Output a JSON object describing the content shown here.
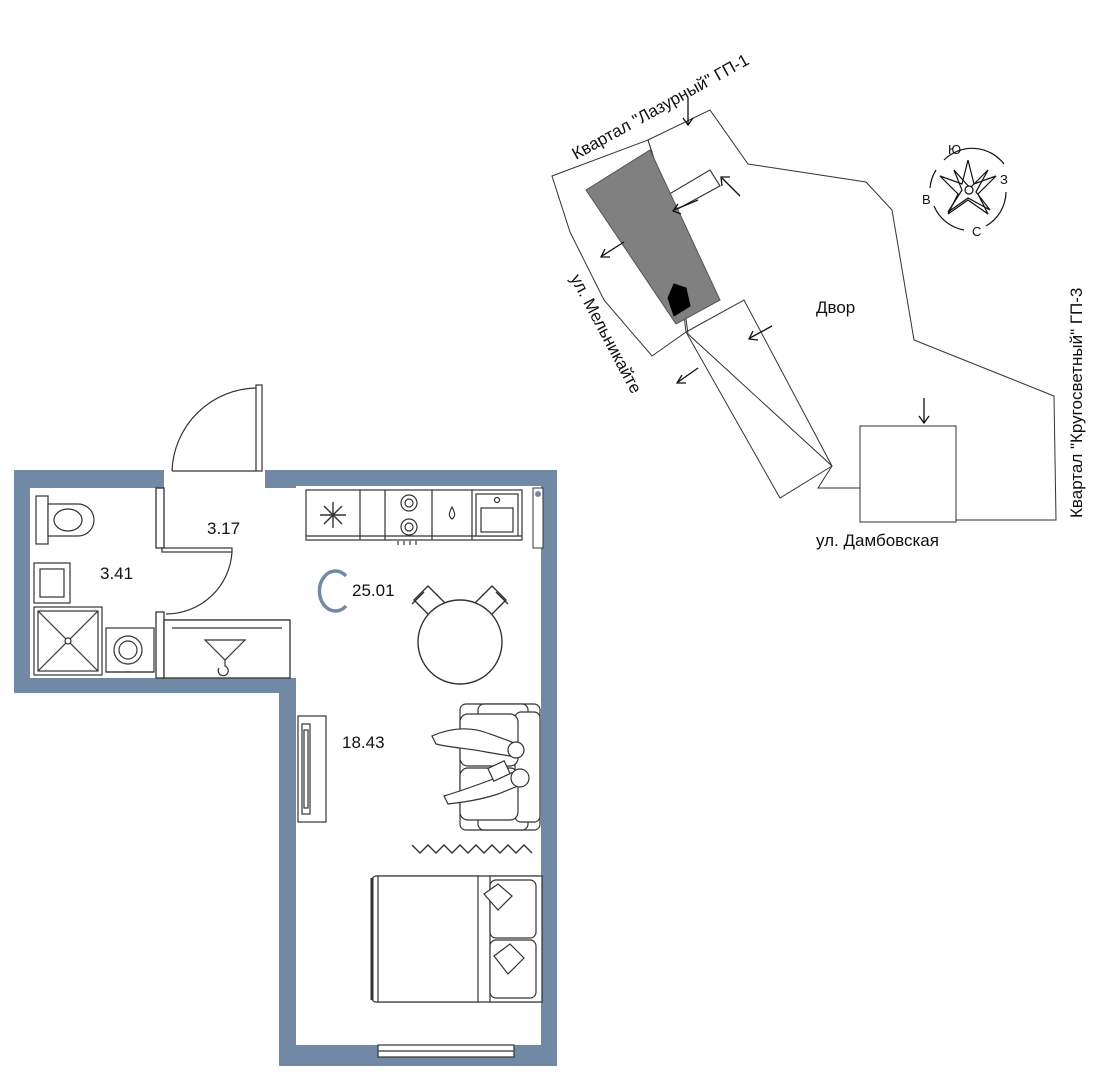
{
  "plan": {
    "rooms": [
      {
        "id": "bathroom",
        "area": "3.41"
      },
      {
        "id": "hallway",
        "area": "3.17"
      },
      {
        "id": "living",
        "area": "18.43"
      }
    ],
    "total_area": "25.01",
    "type_letter": "C"
  },
  "site": {
    "labels": {
      "north_block": "Квартал \"Лазурный\" ГП-1",
      "west_street": "ул. Мельникайте",
      "yard": "Двор",
      "south_street": "ул. Дамбовская",
      "east_block": "Квартал \"Кругосветный\" ГП-3"
    },
    "compass": {
      "n": "Ю",
      "e": "З",
      "s": "С",
      "w": "В"
    }
  },
  "colors": {
    "wall": "#7289a6",
    "building": "#808080",
    "ink": "#111111"
  }
}
